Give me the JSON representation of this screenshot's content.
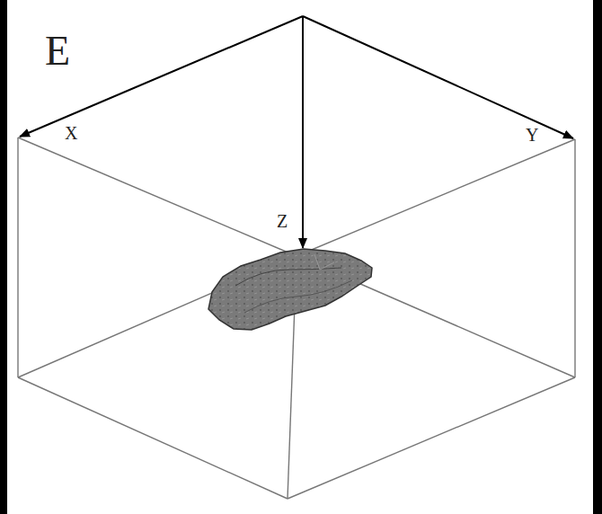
{
  "diagram": {
    "labels": [
      "E",
      "X",
      "Y",
      "Z"
    ]
  }
}
